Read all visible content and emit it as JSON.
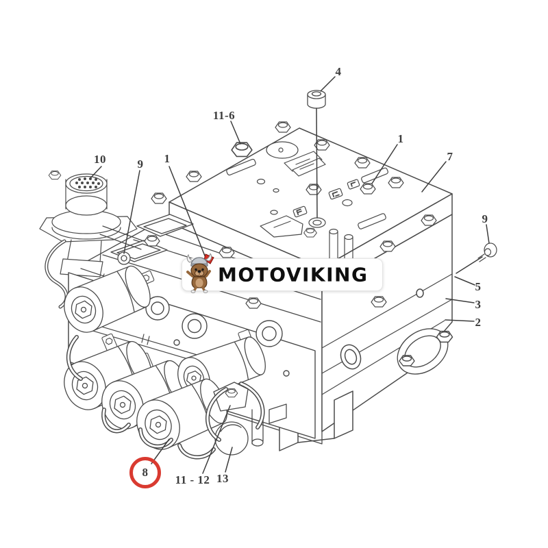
{
  "watermark": {
    "text": "MOTOVIKING",
    "mascot": "viking-dog-with-red-axe",
    "badge_bg": "#ffffff",
    "text_color": "#0f0f0f"
  },
  "diagram": {
    "type": "isometric-exploded-parts-line-drawing",
    "subject": "solenoid valve group assembly",
    "background": "#ffffff",
    "line_color": "#4a4a4a",
    "highlight": {
      "callout": "8",
      "color": "#d93a30"
    },
    "callouts": [
      {
        "label": "4"
      },
      {
        "label": "11-6"
      },
      {
        "label": "10"
      },
      {
        "label": "9"
      },
      {
        "label": "1"
      },
      {
        "label": "1"
      },
      {
        "label": "7"
      },
      {
        "label": "9"
      },
      {
        "label": "5"
      },
      {
        "label": "3"
      },
      {
        "label": "2"
      },
      {
        "label": "8"
      },
      {
        "label": "11 - 12"
      },
      {
        "label": "13"
      }
    ]
  }
}
